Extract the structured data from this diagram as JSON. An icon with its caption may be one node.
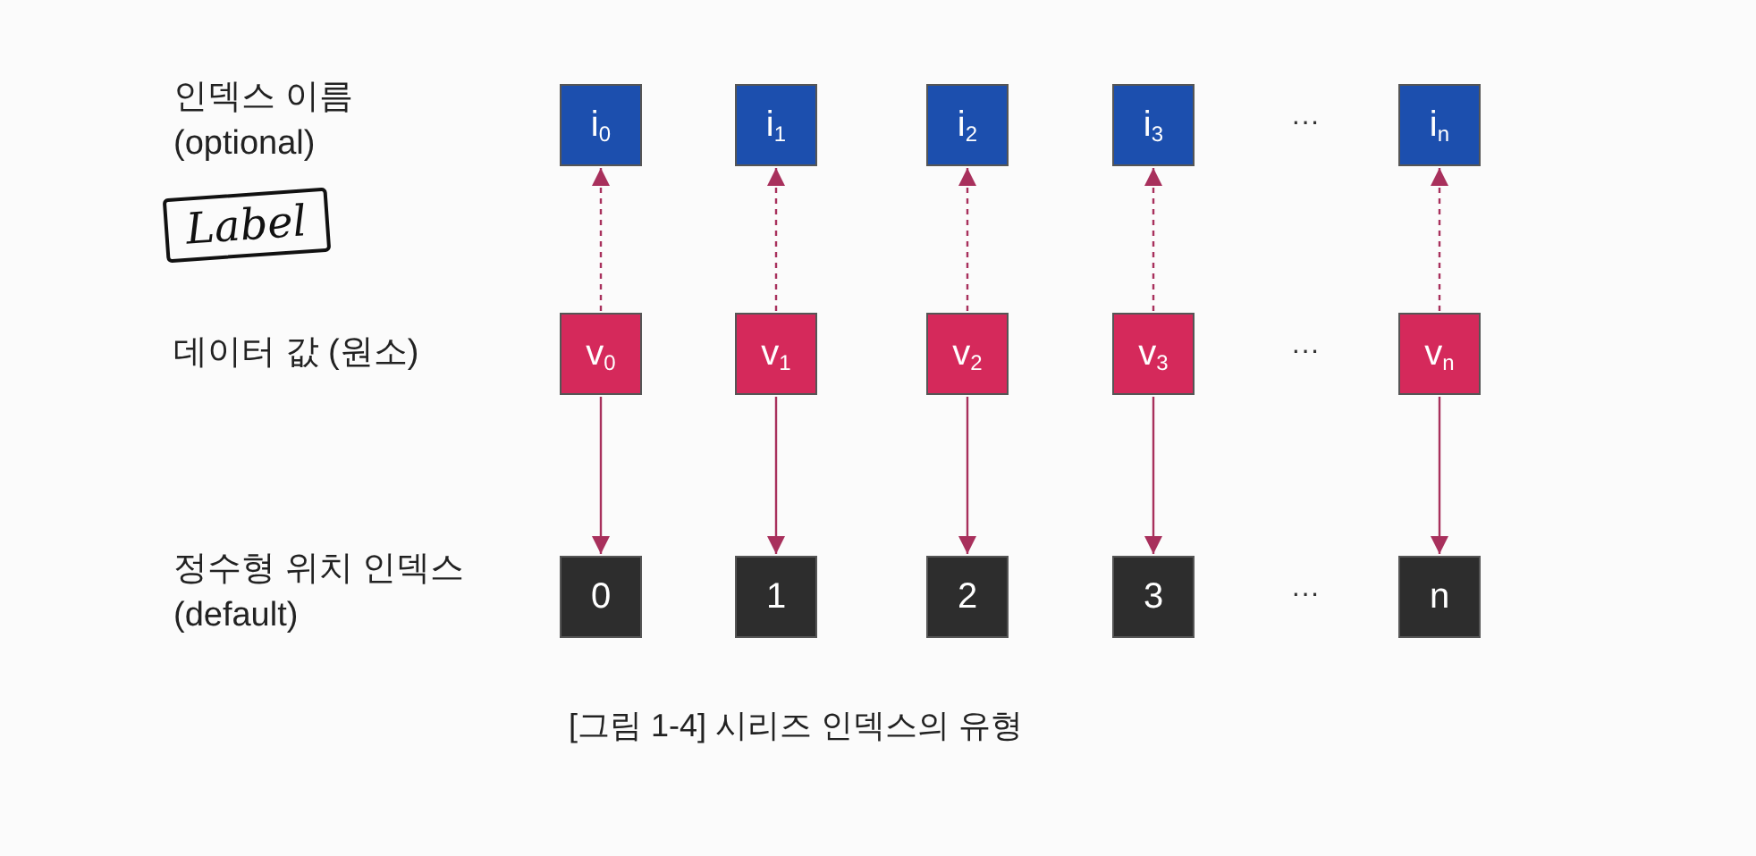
{
  "diagram": {
    "caption": "[그림 1-4] 시리즈 인덱스의 유형",
    "nodes": [
      {
        "text": [
          "i$_{0}$"
        ]
      },
      {
        "text": [
          "i$_{1}$"
        ]
      },
      {
        "text": [
          "i$_{2}$"
        ]
      },
      {
        "text": [
          "i$_{3}$"
        ]
      },
      {
        "text": [
          "i$_{n}$"
        ]
      },
      {
        "text": [
          "v$_{0}$"
        ]
      },
      {
        "text": [
          "v$_{1}$"
        ]
      },
      {
        "text": [
          "v$_{2}$"
        ]
      },
      {
        "text": [
          "v$_{3}$"
        ]
      },
      {
        "text": [
          "v$_{n}$"
        ]
      },
      {
        "text": [
          "0"
        ]
      },
      {
        "text": [
          "1"
        ]
      },
      {
        "text": [
          "2"
        ]
      },
      {
        "text": [
          "3"
        ]
      },
      {
        "text": [
          "n"
        ]
      }
    ],
    "edges": [
      {
        "from": 5,
        "to": 0,
        "arrow": "to",
        "style": "dashed"
      },
      {
        "from": 6,
        "to": 1,
        "arrow": "to",
        "style": "dashed"
      },
      {
        "from": 7,
        "to": 2,
        "arrow": "to",
        "style": "dashed"
      },
      {
        "from": 8,
        "to": 3,
        "arrow": "to",
        "style": "dashed"
      },
      {
        "from": 9,
        "to": 4,
        "arrow": "to",
        "style": "dashed"
      },
      {
        "from": 5,
        "to": 10,
        "arrow": "to"
      },
      {
        "from": 6,
        "to": 11,
        "arrow": "to"
      },
      {
        "from": 7,
        "to": 12,
        "arrow": "to"
      },
      {
        "from": 8,
        "to": 13,
        "arrow": "to"
      },
      {
        "from": 9,
        "to": 14,
        "arrow": "to"
      }
    ],
    "labels": [
      "인덱스 이름 (optional)",
      "···",
      "Label",
      "데이터 값 (원소)",
      "···",
      "정수형 위치 인덱스 (default)",
      "···"
    ]
  }
}
